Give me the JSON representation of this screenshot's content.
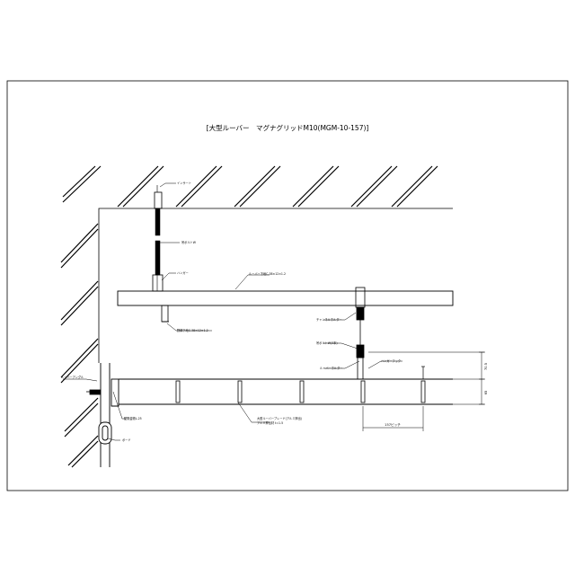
{
  "title": "[大型ルーバー　マグナグリッドM10(MGM-10-157)]",
  "labels": {
    "insert": "インサート",
    "hanging_bolt": "吊ボルトW",
    "hanger": "ハンガー",
    "channel_upper": "ルーバー下地C-38×12×1.2",
    "channel_lower": "野縁下地C-38×12×1.2",
    "channel_holder": "チャンネルホルダー",
    "hanging_bolt_2": "吊ボルトW(3本)",
    "louver_holder": "ルーバーホルダー",
    "hanger_hook": "ハンガーフック",
    "louver_angle": "ルーバーアングル",
    "wall_bracket": "壁際金物L-25",
    "board": "ボード",
    "blade": "大型ルーバーブレード(アルミ押出)",
    "blade_sub": "アルミ押出材 t=1.5",
    "dim_vertical_1": "70.5",
    "dim_vertical_2": "65",
    "dim_pitch": "157ピッチ"
  }
}
